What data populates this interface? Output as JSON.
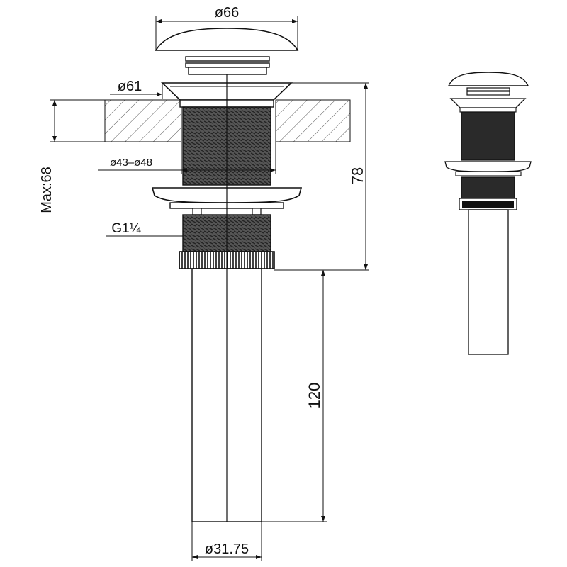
{
  "dimensions": {
    "cap_diameter": "ø66",
    "flange_diameter": "ø61",
    "hole_diameter": "ø43–ø48",
    "thread": "G1¼",
    "max_thickness": "Max:68",
    "body_height": "78",
    "tailpipe_length": "120",
    "tailpipe_diameter": "ø31.75"
  },
  "colors": {
    "ink": "#111111",
    "thread_fill": "#444444",
    "hatch": "#555555"
  }
}
